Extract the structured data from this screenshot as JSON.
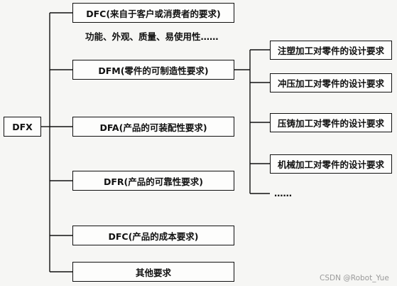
{
  "root": {
    "label": "DFX"
  },
  "branches": [
    {
      "label": "DFC(来自于客户或消费者的要求)"
    },
    {
      "label": "DFM(零件的可制造性要求)"
    },
    {
      "label": "DFA(产品的可装配性要求)"
    },
    {
      "label": "DFR(产品的可靠性要求)"
    },
    {
      "label": "DFC(产品的成本要求)"
    },
    {
      "label": "其他要求"
    }
  ],
  "dfc_note": "功能、外观、质量、易使用性……",
  "dfm_children": [
    {
      "label": "注塑加工对零件的设计要求"
    },
    {
      "label": "冲压加工对零件的设计要求"
    },
    {
      "label": "压铸加工对零件的设计要求"
    },
    {
      "label": "机械加工对零件的设计要求"
    }
  ],
  "dfm_more": "……",
  "watermark": "CSDN @Robot_Yue"
}
